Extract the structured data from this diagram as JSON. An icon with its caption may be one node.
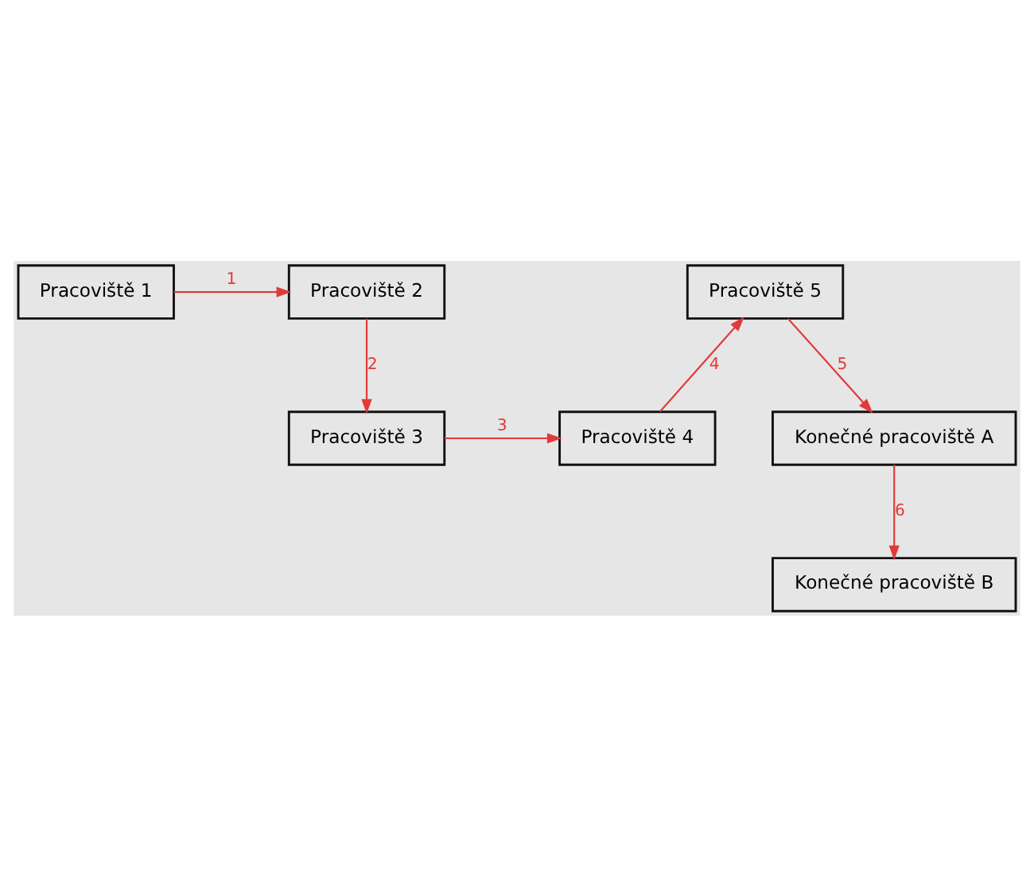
{
  "diagram": {
    "nodes": [
      {
        "text": [
          "Pracoviště 1"
        ]
      },
      {
        "text": [
          "Pracoviště 2"
        ]
      },
      {
        "text": [
          "Pracoviště 5"
        ]
      },
      {
        "text": [
          "Pracoviště 3"
        ]
      },
      {
        "text": [
          "Pracoviště 4"
        ]
      },
      {
        "text": [
          "Konečné pracoviště A"
        ]
      },
      {
        "text": [
          "Konečné pracoviště B"
        ]
      }
    ],
    "edges": [
      {
        "from": 0,
        "to": 1,
        "arrow": "to",
        "label": "1"
      },
      {
        "from": 1,
        "to": 3,
        "arrow": "to",
        "label": "2"
      },
      {
        "from": 3,
        "to": 4,
        "arrow": "to",
        "label": "3"
      },
      {
        "from": 4,
        "to": 2,
        "arrow": "to",
        "label": "4"
      },
      {
        "from": 2,
        "to": 5,
        "arrow": "to",
        "label": "5"
      },
      {
        "from": 5,
        "to": 6,
        "arrow": "to",
        "label": "6"
      }
    ]
  }
}
